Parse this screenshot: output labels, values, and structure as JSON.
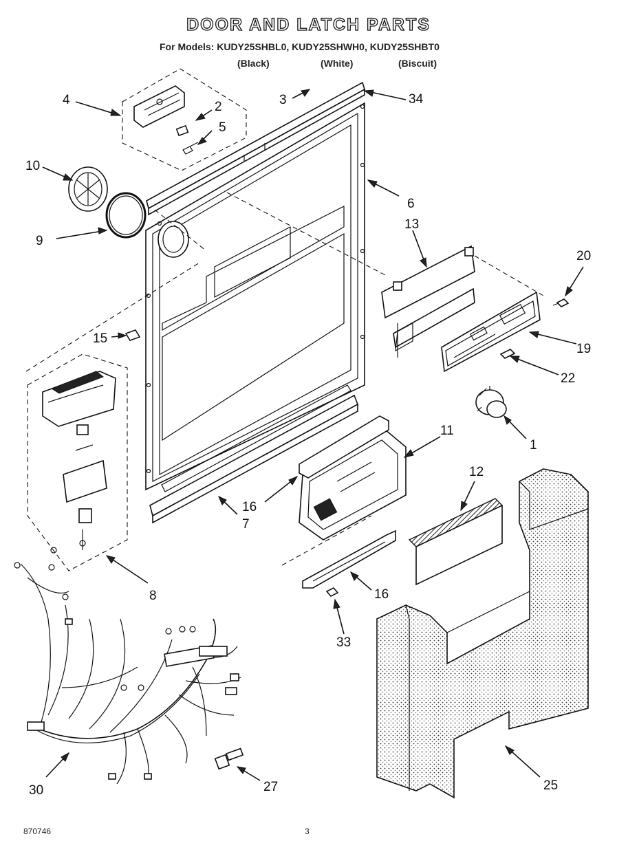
{
  "header": {
    "title": "DOOR AND LATCH PARTS",
    "models_line": "For Models: KUDY25SHBL0, KUDY25SHWH0, KUDY25SHBT0",
    "variants": [
      "(Black)",
      "(White)",
      "(Biscuit)"
    ]
  },
  "footer": {
    "doc_number": "870746",
    "page_number": "3"
  },
  "callouts": [
    {
      "label": "1"
    },
    {
      "label": "2"
    },
    {
      "label": "3"
    },
    {
      "label": "4"
    },
    {
      "label": "5"
    },
    {
      "label": "6"
    },
    {
      "label": "7"
    },
    {
      "label": "8"
    },
    {
      "label": "9"
    },
    {
      "label": "10"
    },
    {
      "label": "11"
    },
    {
      "label": "12"
    },
    {
      "label": "13"
    },
    {
      "label": "15"
    },
    {
      "label": "16"
    },
    {
      "label": "16"
    },
    {
      "label": "19"
    },
    {
      "label": "20"
    },
    {
      "label": "22"
    },
    {
      "label": "25"
    },
    {
      "label": "27"
    },
    {
      "label": "30"
    },
    {
      "label": "33"
    },
    {
      "label": "34"
    }
  ]
}
